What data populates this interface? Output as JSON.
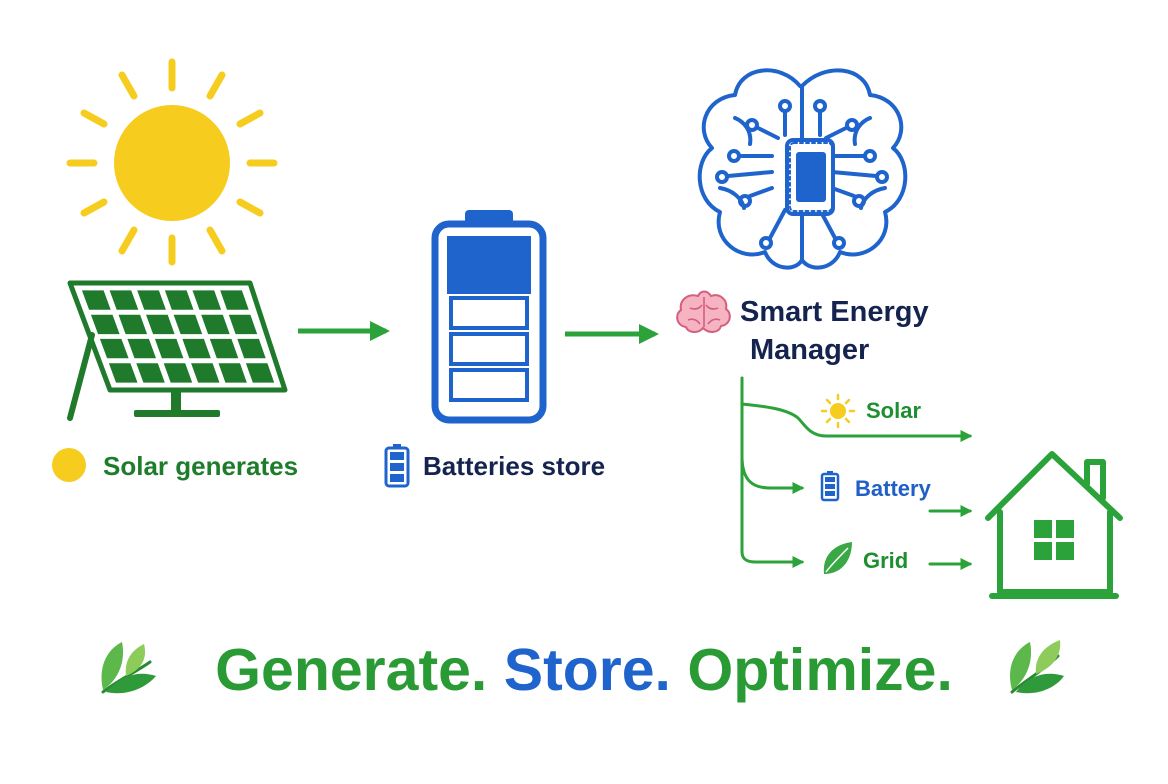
{
  "labels": {
    "solar_generates": "Solar generates",
    "batteries_store": "Batteries store",
    "smart_energy_manager_line1": "Smart Energy",
    "smart_energy_manager_line2": "Manager"
  },
  "routes": [
    {
      "label": "Solar",
      "icon": "sun-icon"
    },
    {
      "label": "Battery",
      "icon": "battery-icon"
    },
    {
      "label": "Grid",
      "icon": "leaf-icon"
    }
  ],
  "tagline": {
    "part1": "Generate.",
    "part2": "Store.",
    "part3": "Optimize."
  },
  "icons": {
    "sun": "sun-icon",
    "solar_panel": "solar-panel-icon",
    "battery": "battery-icon",
    "brain_chip": "brain-chip-icon",
    "house": "house-icon",
    "leaf": "leaf-icon",
    "brain": "brain-icon"
  },
  "battery_level": 0.25,
  "colors": {
    "sun_yellow": "#f6cd1e",
    "panel_green": "#1f7a2c",
    "arrow_green": "#2ba33a",
    "battery_blue": "#1f64cc",
    "text_navy": "#15244f",
    "brain_pink": "#e98aa0"
  }
}
